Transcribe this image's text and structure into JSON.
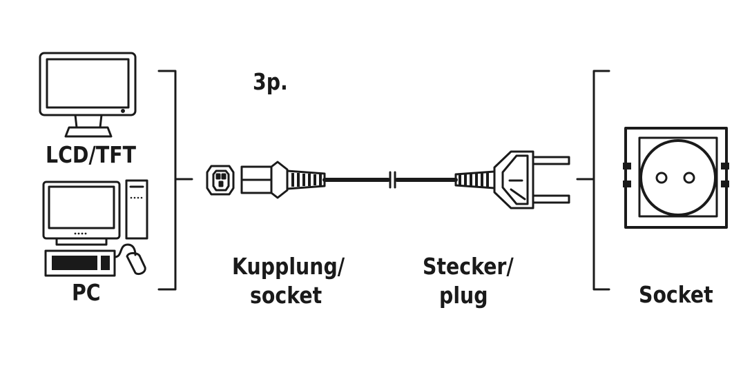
{
  "labels": {
    "lcd_tft": "LCD/TFT",
    "pc": "PC",
    "pins": "3p.",
    "coupler_line1": "Kupplung/",
    "coupler_line2": "socket",
    "plug_line1": "Stecker/",
    "plug_line2": "plug",
    "socket": "Socket"
  },
  "colors": {
    "ink": "#1a1a1a",
    "background": "#ffffff"
  }
}
